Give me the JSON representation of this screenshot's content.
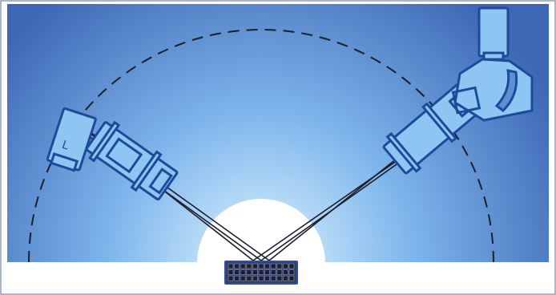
{
  "colors": {
    "border": "#a9b8c7",
    "background_outer": "#3d67b4",
    "background_mid": "#7eb6ec",
    "background_center": "#dff4ff",
    "sample_floor": "#ffffff",
    "component_fill": "#8dc6f2",
    "component_stroke": "#1e4a9c",
    "beam_line": "#1b1f2b",
    "arc_dash": "#1b1f2b",
    "sample_cells": "#1a1f2e",
    "sample_frame": "#2a4fb0"
  },
  "diagram": {
    "components": [
      {
        "name": "x-ray-source",
        "label": "L"
      },
      {
        "name": "incident-optics"
      },
      {
        "name": "sample-stage"
      },
      {
        "name": "diffracted-optics"
      },
      {
        "name": "detector"
      }
    ],
    "goniometer_circle": "dashed",
    "beam_paths": 6
  }
}
